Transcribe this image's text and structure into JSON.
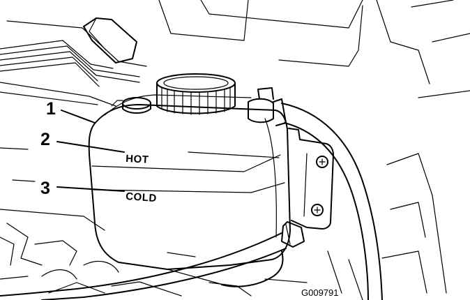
{
  "diagram": {
    "callouts": [
      "1",
      "2",
      "3"
    ],
    "tank_labels": {
      "hot": "HOT",
      "cold": "COLD"
    },
    "figure_id": "G009791"
  }
}
